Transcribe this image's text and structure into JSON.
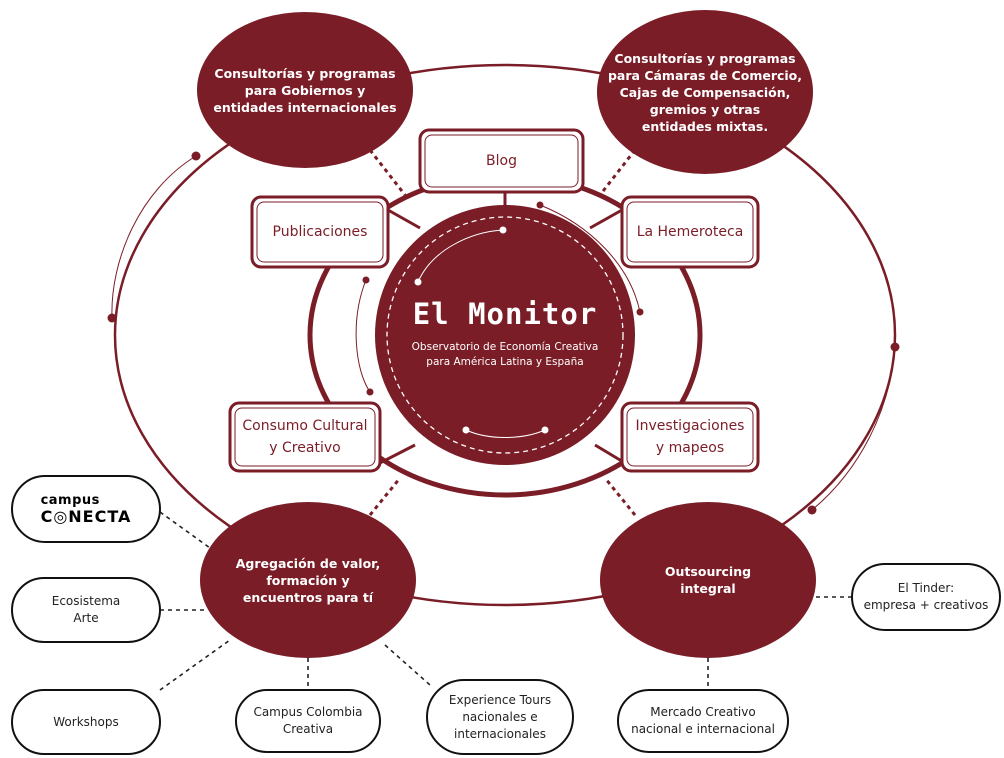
{
  "colors": {
    "primary": "#7a1d27",
    "dark": "#6e1a24",
    "text_dark": "#222222",
    "background": "#ffffff"
  },
  "center": {
    "title": "El Monitor",
    "subtitle": "Observatorio de Economía Creativa\npara América Latina y España"
  },
  "inner_boxes": {
    "blog": "Blog",
    "publicaciones": "Publicaciones",
    "hemeroteca": "La Hemeroteca",
    "consumo": "Consumo Cultural\ny Creativo",
    "investigaciones": "Investigaciones\ny mapeos"
  },
  "hubs": {
    "gobiernos": "Consultorías y programas\npara Gobiernos y\nentidades internacionales",
    "camaras": "Consultorías y programas\npara Cámaras de Comercio,\nCajas de Compensación,\ngremios y otras\nentidades mixtas.",
    "agregacion": "Agregación de valor,\nformación y\nencuentros para tí",
    "outsourcing": "Outsourcing\nintegral"
  },
  "pills": {
    "campus_conecta_line1": "campus",
    "campus_conecta_line2": "C◎NECTA",
    "ecosistema": "Ecosistema\nArte",
    "workshops": "Workshops",
    "campus_colombia": "Campus Colombia\nCreativa",
    "experience": "Experience Tours\nnacionales e\ninternacionales",
    "mercado": "Mercado Creativo\nnacional e internacional",
    "tinder": "El Tinder:\nempresa + creativos"
  }
}
